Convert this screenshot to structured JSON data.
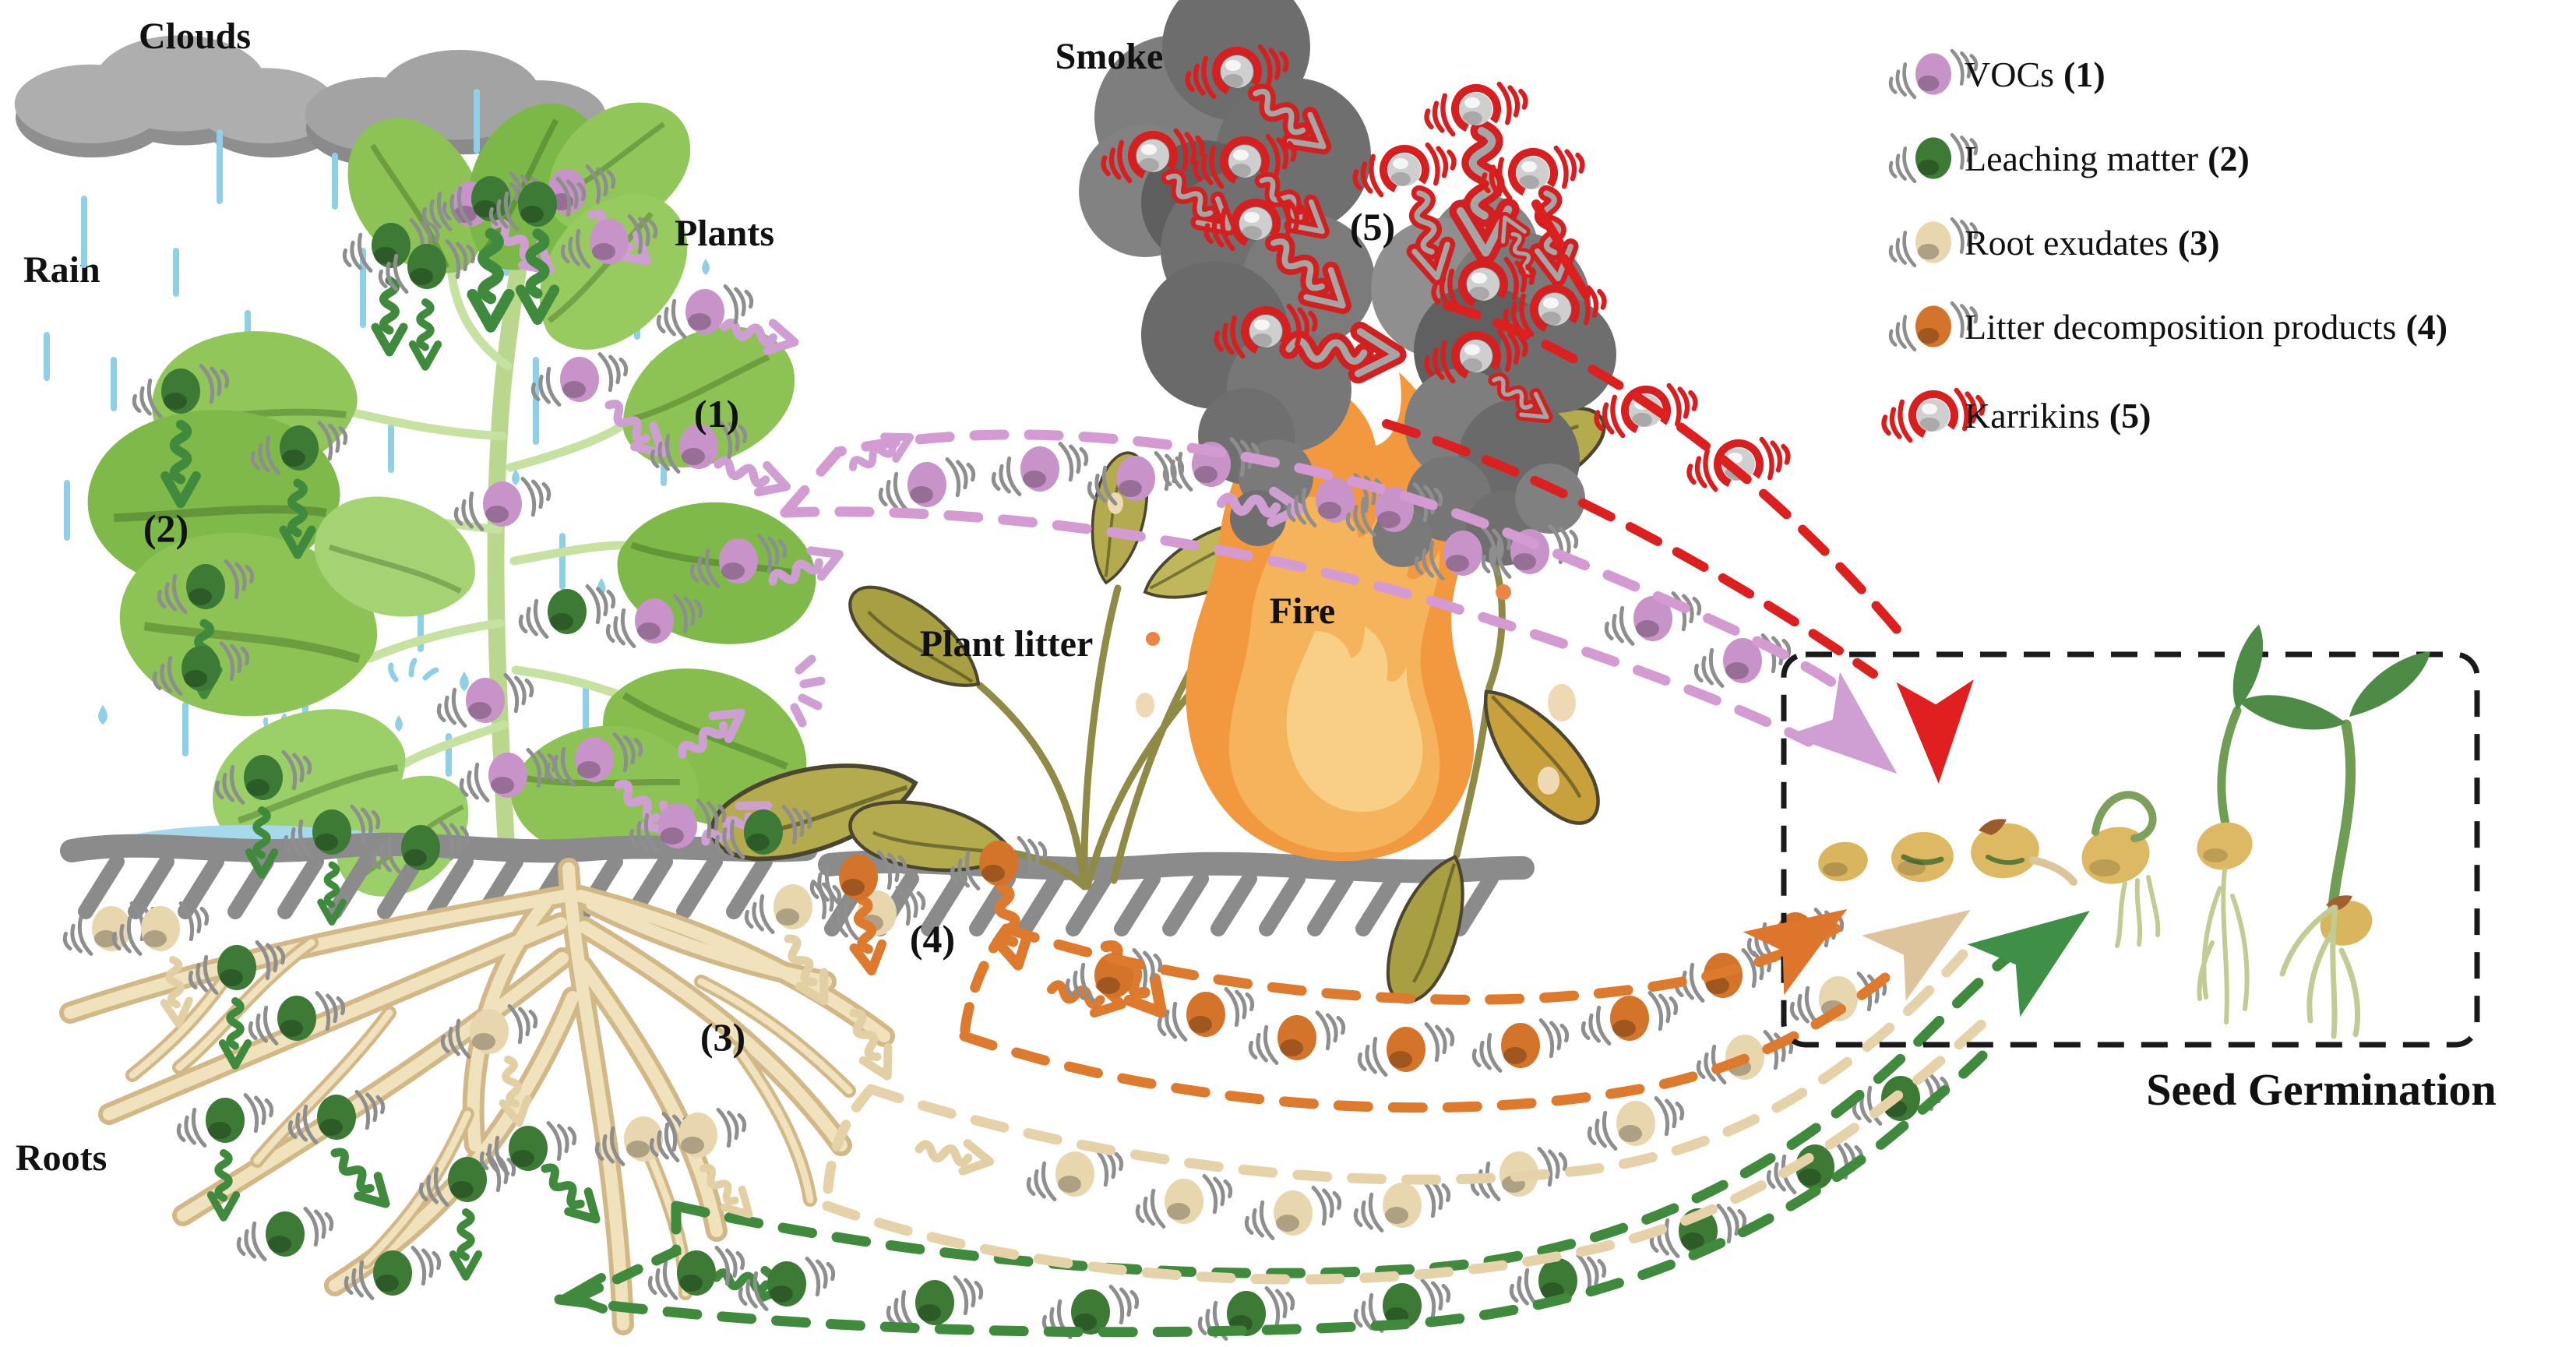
{
  "labels": {
    "clouds": "Clouds",
    "rain": "Rain",
    "plants": "Plants",
    "roots": "Roots",
    "plant_litter": "Plant litter",
    "fire": "Fire",
    "smoke": "Smoke",
    "seed_germination": "Seed Germination"
  },
  "annotations": {
    "vocs": "(1)",
    "leaching_matter": "(2)",
    "root_exudates": "(3)",
    "litter_decomposition": "(4)",
    "karrikins": "(5)"
  },
  "legend": {
    "items": [
      {
        "id": "vocs",
        "label": "VOCs",
        "number": "(1)",
        "color": "#c893c8",
        "icon": "voc-molecule-icon"
      },
      {
        "id": "leaching-matter",
        "label": "Leaching matter",
        "number": "(2)",
        "color": "#3c7a36",
        "icon": "leaching-molecule-icon"
      },
      {
        "id": "root-exudates",
        "label": "Root exudates",
        "number": "(3)",
        "color": "#e8d6ae",
        "icon": "root-exudate-molecule-icon"
      },
      {
        "id": "litter-decomposition-products",
        "label": "Litter decomposition products",
        "number": "(4)",
        "color": "#d4742a",
        "icon": "litter-molecule-icon"
      },
      {
        "id": "karrikins",
        "label": "Karrikins",
        "number": "(5)",
        "color": "#dd1f1f",
        "icon": "karrikin-molecule-icon"
      }
    ]
  },
  "seed_germination_stages": 6,
  "colors": {
    "voc_pink": "#c893c8",
    "voc_channel_pink": "#d49ad2",
    "violet_arrow": "#cf9ed3",
    "leaching_green": "#3c7a36",
    "green_arrow": "#3f8f47",
    "root_exudate_beige": "#e8d6ae",
    "tan_arrow": "#ddc49c",
    "litter_orange": "#d4742a",
    "karrikin_red": "#dd1f1f",
    "smoke_gray": "#6d6d6d",
    "cloud_gray": "#a9a9a9",
    "rain_blue": "#8fd0e8",
    "ground_gray": "#8b8b8b",
    "root_beige": "#efe0ba",
    "fire_orange": "#f2993f",
    "seed_tan": "#d9b55e",
    "box_border": "#1a1a1a"
  }
}
